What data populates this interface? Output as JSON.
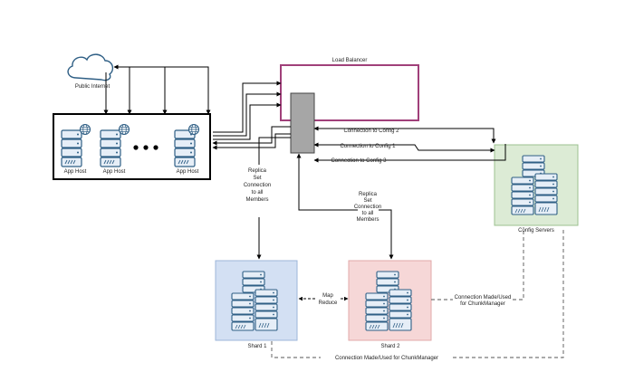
{
  "public_internet": {
    "label": "Public Internet"
  },
  "load_balancer": {
    "label": "Load Balancer"
  },
  "app_hosts": [
    {
      "label": "App Host"
    },
    {
      "label": "App Host"
    },
    {
      "label": "App Host"
    }
  ],
  "config_servers": {
    "label": "Config Servers"
  },
  "shards": [
    {
      "label": "Shard 1"
    },
    {
      "label": "Shard 2"
    }
  ],
  "config_connections": [
    {
      "label": "Connection to Config 2"
    },
    {
      "label": "Connection to Config 1"
    },
    {
      "label": "Connection to Config 3"
    }
  ],
  "replica_left": {
    "lines": [
      "Replica",
      "Set",
      "Connection",
      "to all",
      "Members"
    ]
  },
  "replica_right": {
    "lines": [
      "Replica",
      "Set",
      "Connection",
      "to all",
      "Members"
    ]
  },
  "map_reduce": {
    "lines": [
      "Map",
      "Reduce"
    ]
  },
  "chunk_manager_side": {
    "lines": [
      "Connection Made/Used",
      "for ChunkManager"
    ]
  },
  "chunk_manager_bottom": {
    "label": "Connection Made/Used for ChunkManager"
  },
  "colors": {
    "load_balancer_border": "#a0407a",
    "config_fill": "#dcebd5",
    "shard1_fill": "#d3e0f3",
    "shard2_fill": "#f6d7d7",
    "server_stroke": "#2f5f85",
    "server_fill": "#e6eef7"
  }
}
